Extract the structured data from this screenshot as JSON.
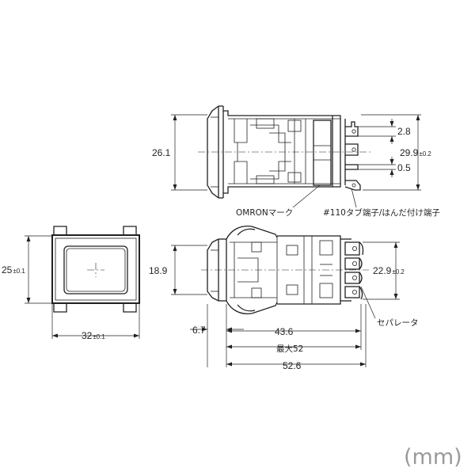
{
  "dimensions": {
    "top_height": "26.1",
    "top_pitch": "2.8",
    "top_span": "29.9",
    "top_span_tol": "±0.2",
    "top_thickness": "0.5",
    "front_height": "25",
    "front_height_tol": "±0.1",
    "front_width": "32",
    "front_width_tol": "±0.1",
    "side_height": "18.9",
    "side_span": "22.9",
    "side_span_tol": "±0.2",
    "bezel": "6.7",
    "body_length": "43.6",
    "max_length": "最大52",
    "total_length": "52.6"
  },
  "labels": {
    "omron_mark": "OMRONマーク",
    "terminal": "#110タブ端子/はんだ付け端子",
    "separator": "セパレータ"
  },
  "unit": "(mm)"
}
